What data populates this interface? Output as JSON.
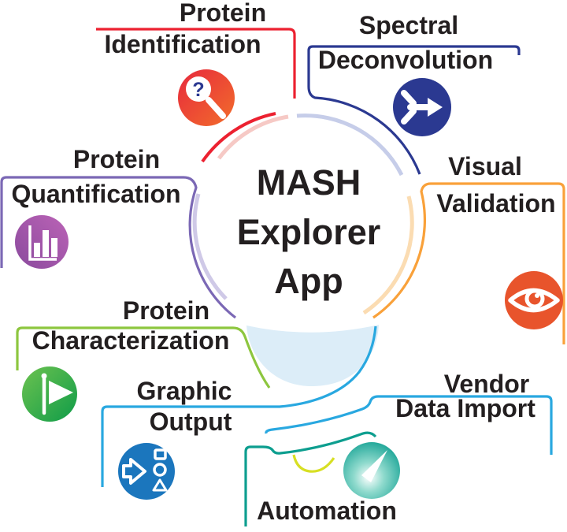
{
  "diagram": {
    "center": {
      "line1": "MASH",
      "line2": "Explorer",
      "line3": "App"
    },
    "features": {
      "protein_identification": {
        "label1": "Protein",
        "label2": "Identification",
        "line_color": "#ec2130",
        "icon": "magnifier-question-icon",
        "icon_glyph": "?"
      },
      "spectral_deconvolution": {
        "label1": "Spectral",
        "label2": "Deconvolution",
        "line_color": "#2b3991",
        "icon": "merge-arrow-icon",
        "icon_color": "#2b3991"
      },
      "visual_validation": {
        "label1": "Visual",
        "label2": "Validation",
        "line_color": "#f9a13a",
        "icon": "eye-icon",
        "icon_color": "#e8542c"
      },
      "protein_quantification": {
        "label1": "Protein",
        "label2": "Quantification",
        "line_color": "#7b68b5",
        "icon": "bar-chart-icon"
      },
      "protein_characterization": {
        "label1": "Protein",
        "label2": "Characterization",
        "line_color": "#8dc63f",
        "icon": "flag-icon"
      },
      "graphic_output": {
        "label1": "Graphic",
        "label2": "Output",
        "line_color": "#29a8e0",
        "icon": "shapes-arrow-icon",
        "icon_color": "#1b76bd"
      },
      "vendor_data_import": {
        "label1": "Vendor",
        "label2": "Data Import",
        "line_color": "#29a8e0"
      },
      "automation": {
        "label": "Automation",
        "line_color": "#0d9e8f",
        "icon": "gauge-icon"
      }
    },
    "bulb": {
      "pale_arc_colors": {
        "pink": "#f6c9c5",
        "lavender": "#c6cde9",
        "purple": "#cfc9e7",
        "peach": "#fbdcb2"
      },
      "base_fill": "#dcedf8",
      "tip_color": "#d7df23"
    }
  }
}
